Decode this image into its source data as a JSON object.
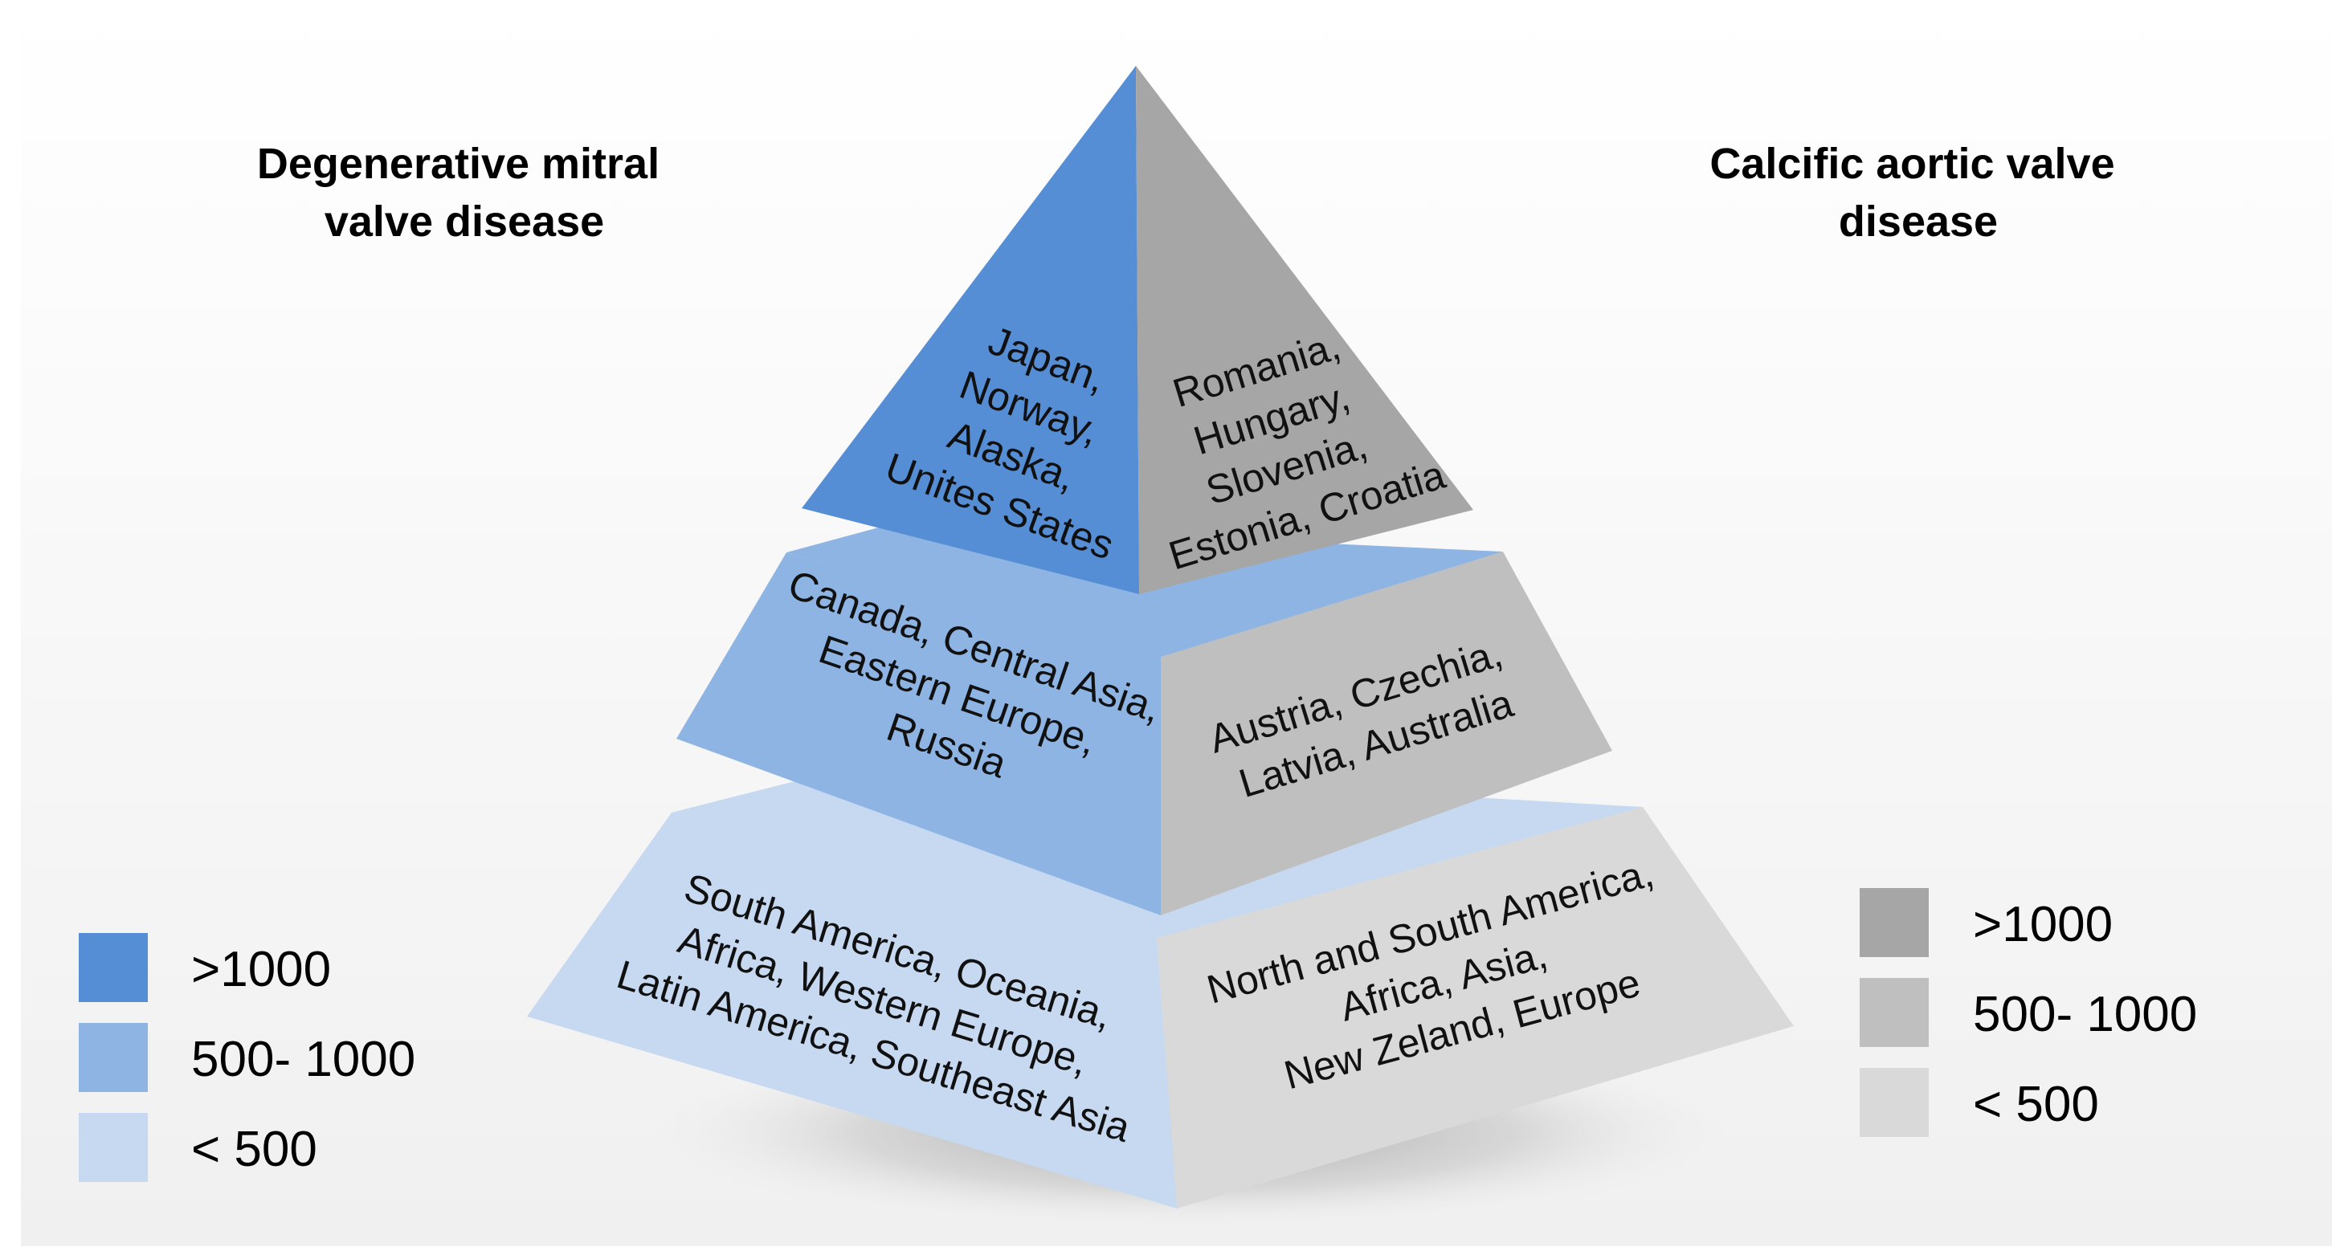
{
  "headings": {
    "left": [
      "Degenerative mitral",
      "valve disease"
    ],
    "right": [
      "Calcific aortic valve",
      "disease"
    ]
  },
  "tiers": {
    "top": {
      "left": [
        "Japan,",
        "Norway,",
        "Alaska,",
        "Unites States"
      ],
      "right": [
        "Romania,",
        "Hungary,",
        "Slovenia,",
        "Estonia, Croatia"
      ]
    },
    "middle": {
      "left": [
        "Canada, Central Asia,",
        "Eastern Europe,",
        "Russia"
      ],
      "right": [
        "Austria, Czechia,",
        "Latvia, Australia"
      ]
    },
    "bottom": {
      "left": [
        "South America,  Oceania,",
        "Africa,  Western Europe,",
        "Latin America,  Southeast Asia"
      ],
      "right": [
        "North and South America,",
        "Africa, Asia,",
        "New Zeland, Europe"
      ]
    }
  },
  "legend_left": [
    {
      "label": ">1000",
      "color": "#558ED5"
    },
    {
      "label": "500- 1000",
      "color": "#8EB4E3"
    },
    {
      "label": "< 500",
      "color": "#C6D9F1"
    }
  ],
  "legend_right": [
    {
      "label": ">1000",
      "color": "#A6A6A6"
    },
    {
      "label": "500- 1000",
      "color": "#BFBFBF"
    },
    {
      "label": "< 500",
      "color": "#D9D9D9"
    }
  ]
}
